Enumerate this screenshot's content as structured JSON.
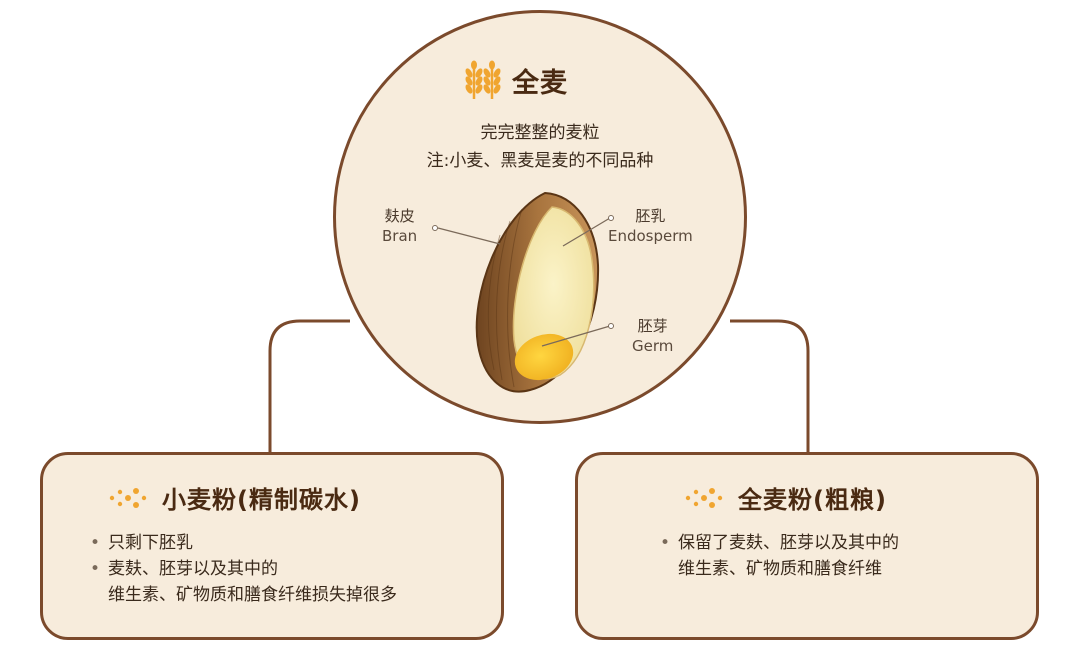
{
  "whole_wheat": {
    "title": "全麦",
    "subtitle_1": "完完整整的麦粒",
    "subtitle_2": "注:小麦、黑麦是麦的不同品种",
    "labels": {
      "bran_cn": "麸皮",
      "bran_en": "Bran",
      "endosperm_cn": "胚乳",
      "endosperm_en": "Endosperm",
      "germ_cn": "胚芽",
      "germ_en": "Germ"
    }
  },
  "wheat_flour": {
    "title": "小麦粉(精制碳水)",
    "bullet_1": "只剩下胚乳",
    "bullet_2_line1": "麦麸、胚芽以及其中的",
    "bullet_2_line2": "维生素、矿物质和膳食纤维损失掉很多"
  },
  "whole_wheat_flour": {
    "title": "全麦粉(粗粮)",
    "bullet_1_line1": "保留了麦麸、胚芽以及其中的",
    "bullet_1_line2": "维生素、矿物质和膳食纤维"
  },
  "colors": {
    "border": "#7b4a2c",
    "panel_fill": "#f7ecdc",
    "icon_gold": "#f0a530"
  }
}
